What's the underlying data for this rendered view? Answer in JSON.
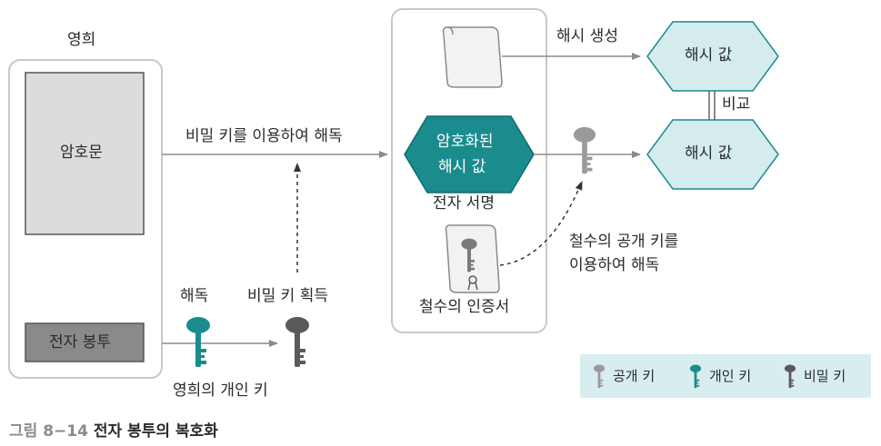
{
  "labels": {
    "younghee": "영희",
    "ciphertext": "암호문",
    "digital_envelope": "전자 봉투",
    "decrypt_with_secret_key": "비밀 키를 이용하여 해독",
    "decrypt": "해독",
    "obtain_secret_key": "비밀 키 획득",
    "younghee_private_key": "영희의 개인 키",
    "encrypted_hash_line1": "암호화된",
    "encrypted_hash_line2": "해시 값",
    "digital_signature": "전자 서명",
    "cheolsu_certificate": "철수의 인증서",
    "decrypt_with_public_key_line1": "철수의 공개 키를",
    "decrypt_with_public_key_line2": "이용하여 해독",
    "hash_generation": "해시 생성",
    "hash_value_top": "해시 값",
    "hash_value_bottom": "해시 값",
    "compare": "비교"
  },
  "legend": {
    "public_key": "공개 키",
    "private_key": "개인 키",
    "secret_key": "비밀 키"
  },
  "caption": {
    "number": "그림 8−14",
    "title": "전자 봉투의 복호화"
  },
  "colors": {
    "teal": "#1a8c8e",
    "teal_dark": "#0f6d6f",
    "hash_fill": "#d5ecee",
    "dark_key": "#5a5a5a",
    "gray_key": "#9a9a9a",
    "box_border": "#c8c8c8",
    "legend_bg": "#d8edf0",
    "ciphertext_fill": "#dcdcdc",
    "envelope_fill": "#8a8a8a"
  }
}
